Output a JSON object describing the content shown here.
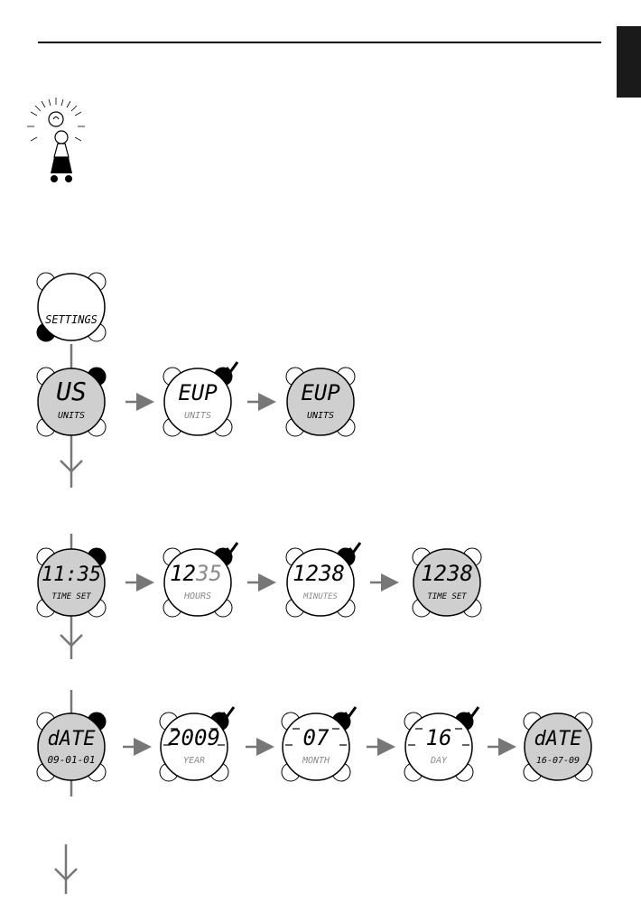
{
  "header": {
    "tab_color": "#1a1a1a"
  },
  "colors": {
    "active_face": "#cfcfcf",
    "inactive_face": "#ffffff",
    "arrow": "#777777",
    "line": "#000000"
  },
  "icons": [
    "lightbulb-figure-icon",
    "checkmark-icon",
    "arrow-right-icon",
    "arrow-down-icon"
  ],
  "rows": {
    "settings": {
      "main": "",
      "sub": "SETTINGS"
    },
    "units": [
      {
        "main": "US",
        "sub": "UNITS"
      },
      {
        "main": "EUP",
        "sub": "UNITS"
      },
      {
        "main": "EUP",
        "sub": "UNITS"
      }
    ],
    "time": [
      {
        "main": "11:35",
        "sub": "TIME SET"
      },
      {
        "main_a": "12",
        "main_b": "35",
        "sub": "HOURS"
      },
      {
        "main_a": "12",
        "main_b": "38",
        "sub": "MINUTES"
      },
      {
        "main": "1238",
        "sub": "TIME SET"
      }
    ],
    "date": [
      {
        "main": "dATE",
        "sub": "09-01-01"
      },
      {
        "main": "2009",
        "sub": "YEAR"
      },
      {
        "main": "07",
        "sub": "MONTH"
      },
      {
        "main": "16",
        "sub": "DAY"
      },
      {
        "main": "dATE",
        "sub": "16-07-09"
      }
    ]
  }
}
